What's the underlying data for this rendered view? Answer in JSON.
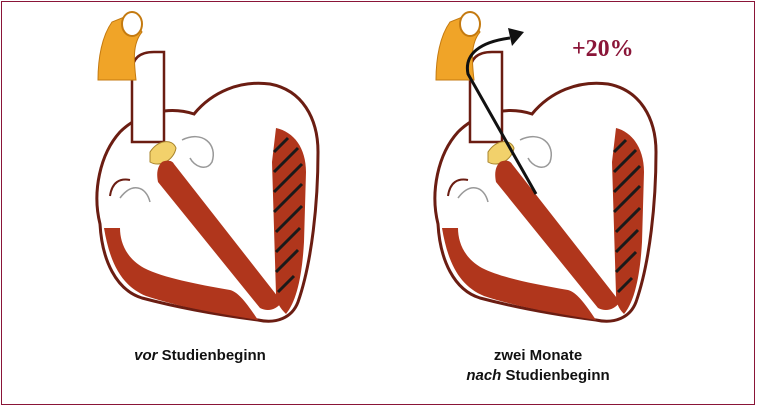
{
  "colors": {
    "frame_border": "#8a1538",
    "aorta_orange": "#f0a428",
    "muscle_red": "#b0361c",
    "valve_yellow": "#f2d16b",
    "increase_text": "#8a1538"
  },
  "figure": {
    "increase_label": "+20%",
    "left_caption": {
      "italic": "vor",
      "rest": " Studienbeginn"
    },
    "right_caption": {
      "line1": "zwei Monate",
      "italic": "nach",
      "rest": " Studienbeginn"
    }
  }
}
